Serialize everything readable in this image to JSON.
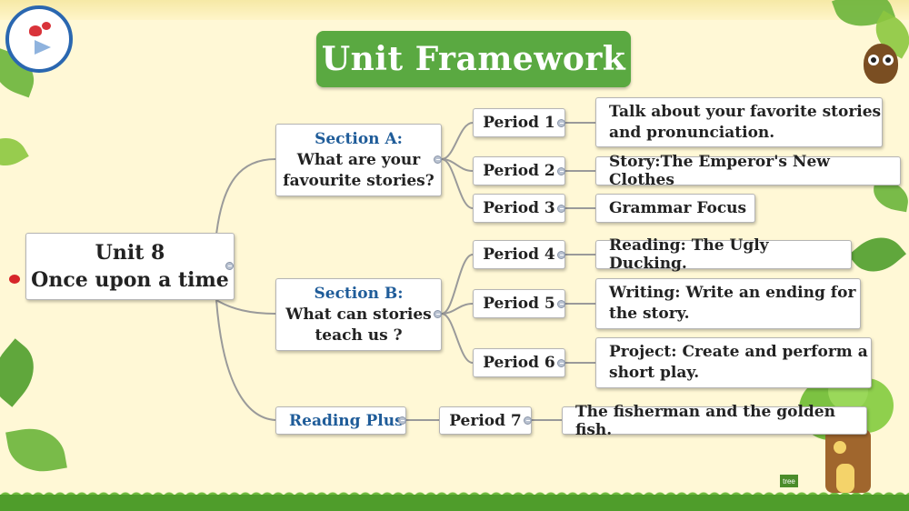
{
  "title": "Unit Framework",
  "root": {
    "line1": "Unit 8",
    "line2": "Once upon a time"
  },
  "section_a": {
    "label": "Section A:",
    "line1": "What are your",
    "line2": "favourite stories?"
  },
  "section_b": {
    "label": "Section B:",
    "line1": "What can stories",
    "line2": "teach us ?"
  },
  "reading_plus": {
    "label": "Reading Plus"
  },
  "periods": [
    {
      "label": "Period 1",
      "content": [
        "Talk about your favorite stories",
        "and pronunciation."
      ]
    },
    {
      "label": "Period 2",
      "content": [
        "Story:The Emperor's New Clothes"
      ]
    },
    {
      "label": "Period 3",
      "content": [
        "Grammar Focus"
      ]
    },
    {
      "label": "Period 4",
      "content": [
        "Reading: The Ugly Ducking."
      ]
    },
    {
      "label": "Period 5",
      "content": [
        "Writing: Write an ending for",
        "the story."
      ]
    },
    {
      "label": "Period 6",
      "content": [
        "Project: Create and perform a",
        "short play."
      ]
    },
    {
      "label": "Period 7",
      "content": [
        "The fisherman and the golden fish."
      ]
    }
  ],
  "colors": {
    "title_bg": "#5aa941",
    "section_label": "#1f5c99",
    "connector": "#9a9a9a"
  },
  "decor": {
    "tree_sign": "tree"
  }
}
